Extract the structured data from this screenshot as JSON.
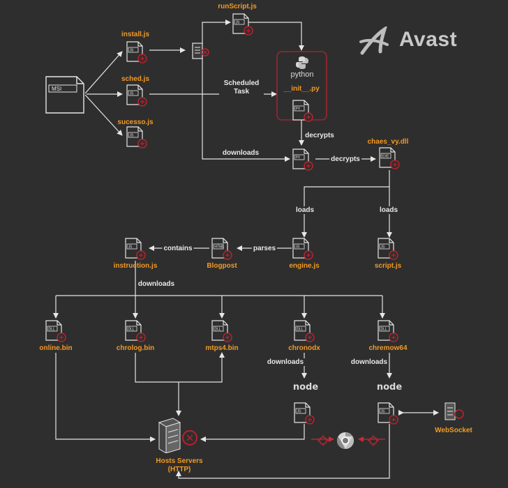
{
  "brand": {
    "name": "Avast"
  },
  "files": {
    "msi": "MSI",
    "install": "install.js",
    "sched": "sched.js",
    "sucesso": "sucesso.js",
    "runscript": "runScript.js",
    "init_py": "__init__.py",
    "chaes_dll": "chaes_vy.dll",
    "engine": "engine.js",
    "script": "script.js",
    "blogpost": "Blogpost",
    "instruction": "instruction.js",
    "online": "online.bin",
    "chrolog": "chrolog.bin",
    "mtps4": "mtps4.bin",
    "chronodx": "chronodx",
    "chremow": "chremow64",
    "websocket": "WebSocket",
    "hosts": "Hosts Servers (HTTP)"
  },
  "badges": {
    "js": "JS",
    "py": "PY",
    "exe": "EXE",
    "dll": "DLL",
    "html": "HTML",
    "msi": "MSI"
  },
  "edges": {
    "scheduled_task": "Scheduled Task",
    "downloads": "downloads",
    "decrypts": "decrypts",
    "loads": "loads",
    "parses": "parses",
    "contains": "contains"
  },
  "logos": {
    "python": "python",
    "node": "node"
  },
  "icons": {
    "file": "file-icon",
    "terminal": "terminal-icon",
    "server": "server-icon",
    "chrome": "chrome-icon",
    "virus": "virus-icon",
    "avast": "avast-logo-icon"
  },
  "colors": {
    "background": "#2e2e2e",
    "file_label": "#f39a24",
    "edge_label": "#e9e9e9",
    "malware_red": "#b8232e",
    "python_box": "#9b2630"
  }
}
